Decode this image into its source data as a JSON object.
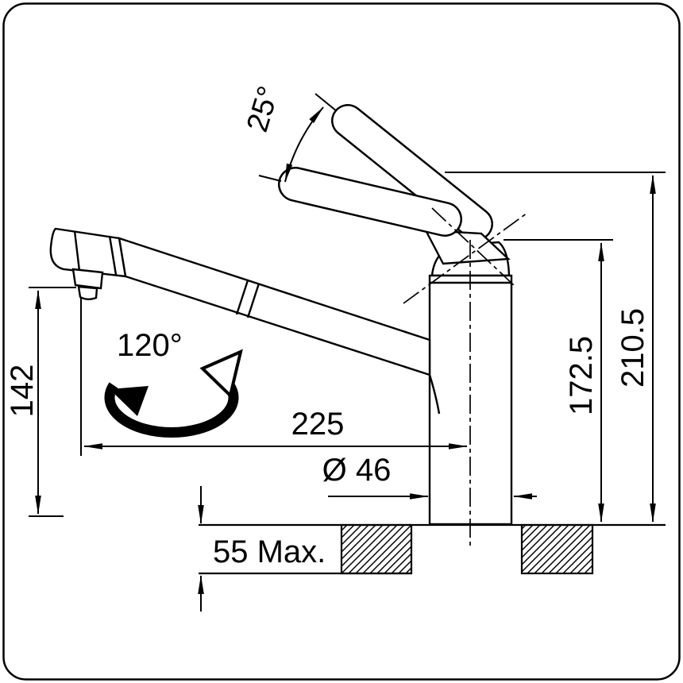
{
  "diagram": {
    "type": "technical-dimension-drawing",
    "subject": "pull-out-spray kitchen mixer tap, side elevation with dimensions",
    "colors": {
      "line": "#000000",
      "background": "#ffffff"
    },
    "icons": {
      "swivel_rotation": "curved-double-arrow"
    },
    "labels": {
      "lever_angle": "25°",
      "outlet_height": "142",
      "swivel_angle": "120°",
      "spout_reach": "225",
      "body_diameter": "Ø 46",
      "spout_height": "172.5",
      "overall_height": "210.5",
      "deck_thickness": "55 Max."
    }
  }
}
